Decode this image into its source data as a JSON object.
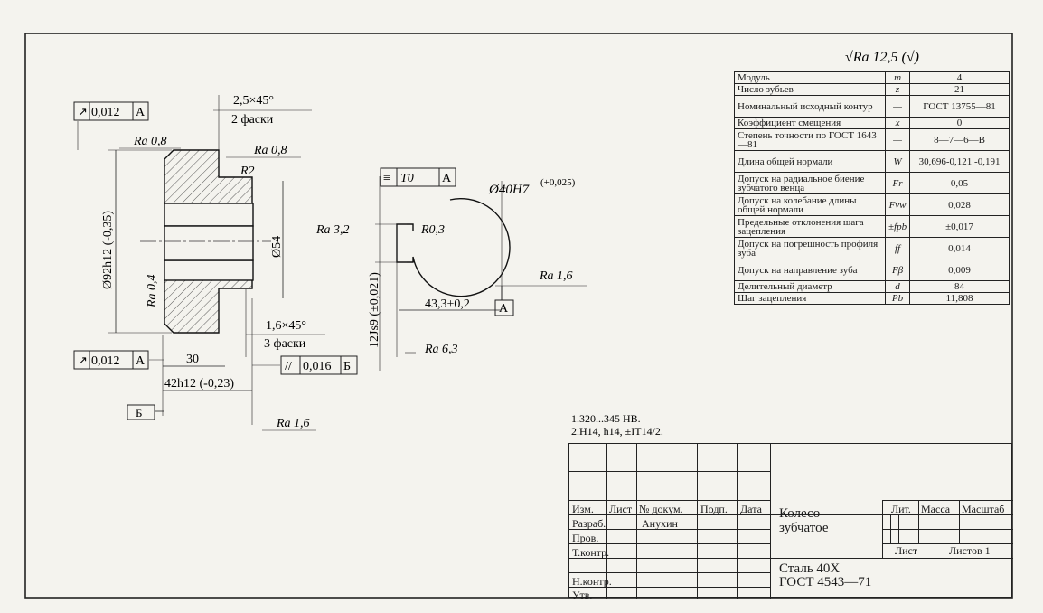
{
  "surface": {
    "text": "√Ra 12,5 (√)"
  },
  "gear_params": {
    "rows": [
      {
        "name": "Модуль",
        "sym": "m",
        "val": "4"
      },
      {
        "name": "Число зубьев",
        "sym": "z",
        "val": "21"
      },
      {
        "name": "Номинальный исходный контур",
        "sym": "—",
        "val": "ГОСТ 13755—81"
      },
      {
        "name": "Коэффициент смещения",
        "sym": "x",
        "val": "0"
      },
      {
        "name": "Степень точности по ГОСТ 1643—81",
        "sym": "—",
        "val": "8—7—6—B"
      },
      {
        "name": "Длина общей нормали",
        "sym": "W",
        "val": "30,696-0,121 -0,191"
      },
      {
        "name": "Допуск на радиальное биение зубчатого венца",
        "sym": "Fr",
        "val": "0,05"
      },
      {
        "name": "Допуск на колебание длины общей нормали",
        "sym": "Fvw",
        "val": "0,028"
      },
      {
        "name": "Предельные отклонения шага зацепления",
        "sym": "±fpb",
        "val": "±0,017"
      },
      {
        "name": "Допуск на погрешность профиля зуба",
        "sym": "ff",
        "val": "0,014"
      },
      {
        "name": "Допуск на направление зуба",
        "sym": "Fβ",
        "val": "0,009"
      },
      {
        "name": "Делительный диаметр",
        "sym": "d",
        "val": "84"
      },
      {
        "name": "Шаг зацепления",
        "sym": "Pb",
        "val": "11,808"
      }
    ]
  },
  "gear_view": {
    "tol_top": "0,012",
    "tol_top_datum": "A",
    "tol_bottom": "0,012",
    "tol_bottom_datum": "A",
    "chamfer_top": "2,5×45°",
    "chamfer_top_note": "2 фаски",
    "chamfer_bottom": "1,6×45°",
    "chamfer_bottom_note": "3 фаски",
    "ra_08_left": "Ra 0,8",
    "ra_08_right": "Ra 0,8",
    "ra_04": "Ra 0,4",
    "ra_16_bottom": "Ra 1,6",
    "r2": "R2",
    "d92": "Ø92h12 (-0,35)",
    "d54": "Ø54",
    "dim30": "30",
    "dim42": "42h12 (-0,23)",
    "parallel_tol": "0,016",
    "parallel_datum": "Б",
    "datum_b": "Б"
  },
  "hub_view": {
    "sym_tol": "T0",
    "sym_datum": "A",
    "ra_32": "Ra 3,2",
    "r03": "R0,3",
    "bore": "Ø40H7",
    "bore_tol": "(+0,025)",
    "ra_16": "Ra 1,6",
    "key_width": "12Js9 (±0,021)",
    "dim43": "43,3+0,2",
    "datum_a": "A",
    "ra_63": "Ra 6,3"
  },
  "notes": {
    "line1": "1.320...345 HB.",
    "line2": "2.H14, h14, ±IT14/2."
  },
  "title_block": {
    "h_izm": "Изм.",
    "h_list": "Лист",
    "h_doc": "№ докум.",
    "h_sign": "Подп.",
    "h_date": "Дата",
    "r_razrab": "Разраб.",
    "r_razrab_name": "Анухин",
    "r_prov": "Пров.",
    "r_tkontr": "Т.контр.",
    "r_nkontr": "Н.контр.",
    "r_utv": "Утв.",
    "part_name_1": "Колесо",
    "part_name_2": "зубчатое",
    "lit": "Лит.",
    "mass": "Масса",
    "scale": "Масштаб",
    "sheet": "Лист",
    "sheets": "Листов 1",
    "material_1": "Сталь 40Х",
    "material_2": "ГОСТ 4543—71"
  }
}
